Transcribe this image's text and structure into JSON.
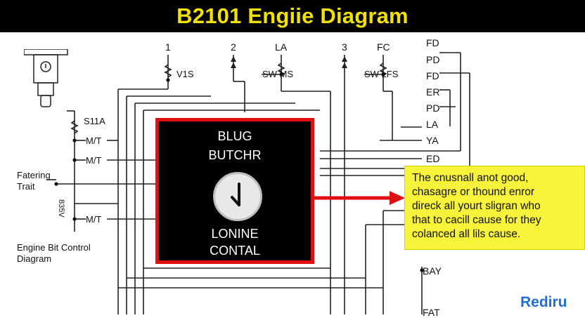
{
  "title": "B2101 Engiie Diagram",
  "pins": [
    "1",
    "2",
    "LA",
    "3",
    "FC"
  ],
  "top_labels": {
    "sensor_1": "V1S",
    "sw_ms": "SW MS",
    "sw_lfs": "SW LFS"
  },
  "left_labels": {
    "s1a": "S11A",
    "mt_1": "M/T",
    "mt_2": "M/T",
    "fatering": "Fatering",
    "trait": "Trait",
    "vertical": "835V",
    "mt_3": "M/T",
    "caption_line1": "Engine Bit Control",
    "caption_line2": "Diagram"
  },
  "right_labels": [
    "FD",
    "PD",
    "FD",
    "ER",
    "PD",
    "LA",
    "YA",
    "ED",
    "BAY",
    "FAT"
  ],
  "ecu": {
    "line1": "BLUG",
    "line2": "BUTCHR",
    "line3": "LONINE",
    "line4": "CONTAL"
  },
  "note": {
    "lines": [
      "The cnusnall anot good,",
      "chasagre or thound enror",
      "direck all yourt sligran who",
      "that to cacill cause for they",
      "colanced all lils cause."
    ]
  },
  "brand": "Rediru",
  "colors": {
    "title_bg": "#000000",
    "title_text": "#f2e000",
    "ecu_border": "#e01010",
    "arrow": "#e01010",
    "note_bg": "#f7f23a",
    "brand": "#1f6fd6"
  }
}
